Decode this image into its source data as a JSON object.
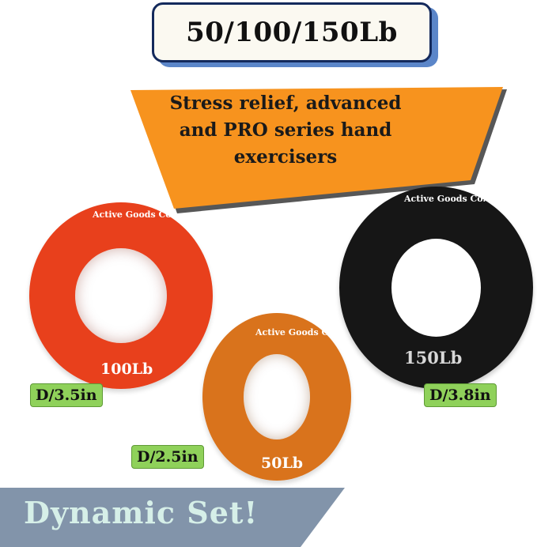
{
  "title": "50/100/150Lb",
  "subtitle": "Stress relief, advanced and PRO series hand exercisers",
  "rings": [
    {
      "color": "#e8401c",
      "brand": "Active Goods Co.",
      "weight": "100Lb",
      "diameter": "D/3.5in"
    },
    {
      "color": "#d9731c",
      "brand": "Active Goods Co.",
      "weight": "50Lb",
      "diameter": "D/2.5in"
    },
    {
      "color": "#161616",
      "brand": "Active Goods Co.",
      "weight": "150Lb",
      "diameter": "D/3.8in"
    }
  ],
  "footer": "Dynamic Set!",
  "colors": {
    "banner_orange": "#f7931e",
    "title_border": "#142a5c",
    "title_shadow": "#5b86c9",
    "dim_badge": "#8fd15a",
    "footer_band": "#8294aa"
  }
}
